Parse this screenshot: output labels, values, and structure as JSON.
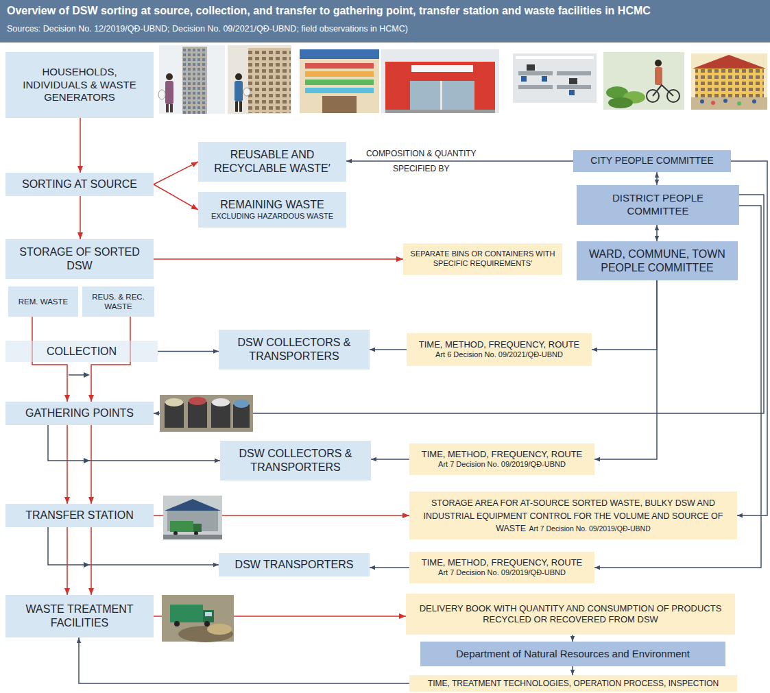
{
  "diagram": {
    "title": "Overview of DSW sorting at source, collection, and transfer to gathering point, transfer station and waste facilities in HCMC",
    "nodes": [
      {
        "text": [
          "HOUSEHOLDS, INDIVIDUALS & WASTE GENERATORS"
        ]
      },
      {
        "text": [
          "REUSABLE AND RECYCLABLE WASTE′"
        ]
      },
      {
        "text": [
          "CITY PEOPLE COMMITTEE"
        ]
      },
      {
        "text": [
          "SORTING AT SOURCE"
        ]
      },
      {
        "text": [
          "DISTRICT PEOPLE COMMITTEE"
        ]
      },
      {
        "text": [
          "REMAINING WASTE",
          "EXCLUDING HAZARDOUS WASTE"
        ]
      },
      {
        "text": [
          "STORAGE OF SORTED DSW"
        ]
      },
      {
        "text": [
          "SEPARATE BINS OR CONTAINERS WITH SPECIFIC REQUIREMENTS′"
        ]
      },
      {
        "text": [
          "WARD, COMMUNE, TOWN PEOPLE COMMITTEE"
        ]
      },
      {
        "text": [
          "REM. WASTE"
        ]
      },
      {
        "text": [
          "REUS. & REC. WASTE"
        ]
      },
      {
        "text": [
          "COLLECTION"
        ]
      },
      {
        "text": [
          "DSW COLLECTORS & TRANSPORTERS"
        ]
      },
      {
        "text": [
          "TIME, METHOD, FREQUENCY, ROUTE",
          "Art 6 Decision No. 09/2021/QĐ-UBND"
        ]
      },
      {
        "text": [
          "GATHERING POINTS"
        ]
      },
      {
        "text": [
          "DSW COLLECTORS & TRANSPORTERS"
        ]
      },
      {
        "text": [
          "TIME, METHOD, FREQUENCY, ROUTE",
          "Art 7 Decision No. 09/2019/QĐ-UBND"
        ]
      },
      {
        "text": [
          "TRANSFER STATION"
        ]
      },
      {
        "text": [
          "STORAGE AREA FOR AT-SOURCE SORTED WASTE, BULKY DSW AND INDUSTRIAL EQUIPMENT CONTROL FOR THE VOLUME AND SOURCE OF WASTE",
          "Art 7 Decision No. 09/2019/QĐ-UBND"
        ]
      },
      {
        "text": [
          "DSW TRANSPORTERS"
        ]
      },
      {
        "text": [
          "TIME, METHOD, FREQUENCY, ROUTE",
          "Art 7 Decision No. 09/2019/QĐ-UBND"
        ]
      },
      {
        "text": [
          "WASTE TREATMENT FACILITIES"
        ]
      },
      {
        "text": [
          "DELIVERY BOOK WITH QUANTITY AND CONSUMPTION OF PRODUCTS RECYCLED OR RECOVERED FROM DSW"
        ]
      },
      {
        "text": [
          "Department of Natural Resources and Environment"
        ]
      },
      {
        "text": [
          "TIME, TREATMENT TECHNOLOGIES, OPERATION PROCESS, INSPECTION"
        ]
      }
    ],
    "edges": [
      {
        "from": 0,
        "to": 3,
        "arrow": "to"
      },
      {
        "from": 3,
        "to": 1,
        "arrow": "to"
      },
      {
        "from": 3,
        "to": 5,
        "arrow": "to"
      },
      {
        "from": 3,
        "to": 6,
        "arrow": "to"
      },
      {
        "from": 6,
        "to": 7,
        "arrow": "to"
      },
      {
        "from": 2,
        "to": 1,
        "label": "COMPOSITION & QUANTITY SPECIFIED BY",
        "arrow": "to"
      },
      {
        "from": 2,
        "to": 4,
        "arrow": "both"
      },
      {
        "from": 4,
        "to": 8,
        "arrow": "both"
      },
      {
        "from": 9,
        "to": 14,
        "arrow": "to"
      },
      {
        "from": 10,
        "to": 14,
        "arrow": "to"
      },
      {
        "from": 11,
        "to": 12,
        "arrow": "to"
      },
      {
        "from": 13,
        "to": 12,
        "arrow": "to"
      },
      {
        "from": 8,
        "to": 13,
        "arrow": "to"
      },
      {
        "from": 8,
        "to": 16,
        "arrow": "to"
      },
      {
        "from": 4,
        "to": 14,
        "arrow": "to"
      },
      {
        "from": 2,
        "to": 18,
        "arrow": "to"
      },
      {
        "from": 14,
        "to": 17,
        "arrow": "to"
      },
      {
        "from": 14,
        "to": 17,
        "arrow": "to"
      },
      {
        "from": 14,
        "to": 15,
        "arrow": "to"
      },
      {
        "from": 16,
        "to": 15,
        "arrow": "to"
      },
      {
        "from": 17,
        "to": 18,
        "arrow": "to"
      },
      {
        "from": 17,
        "to": 19,
        "arrow": "to"
      },
      {
        "from": 20,
        "to": 19,
        "arrow": "to"
      },
      {
        "from": 4,
        "to": 20,
        "arrow": "to"
      },
      {
        "from": 17,
        "to": 21,
        "arrow": "to"
      },
      {
        "from": 17,
        "to": 21,
        "arrow": "to"
      },
      {
        "from": 21,
        "to": 22,
        "arrow": "to"
      },
      {
        "from": 22,
        "to": 23,
        "arrow": "to"
      },
      {
        "from": 23,
        "to": 24,
        "arrow": "to"
      },
      {
        "from": 24,
        "to": 21,
        "arrow": "to"
      }
    ],
    "labels": [
      "Sources: Decision No. 12/2019/QĐ-UBND; Decision No. 09/2021/QĐ-UBND; field observations in HCMC)"
    ]
  }
}
